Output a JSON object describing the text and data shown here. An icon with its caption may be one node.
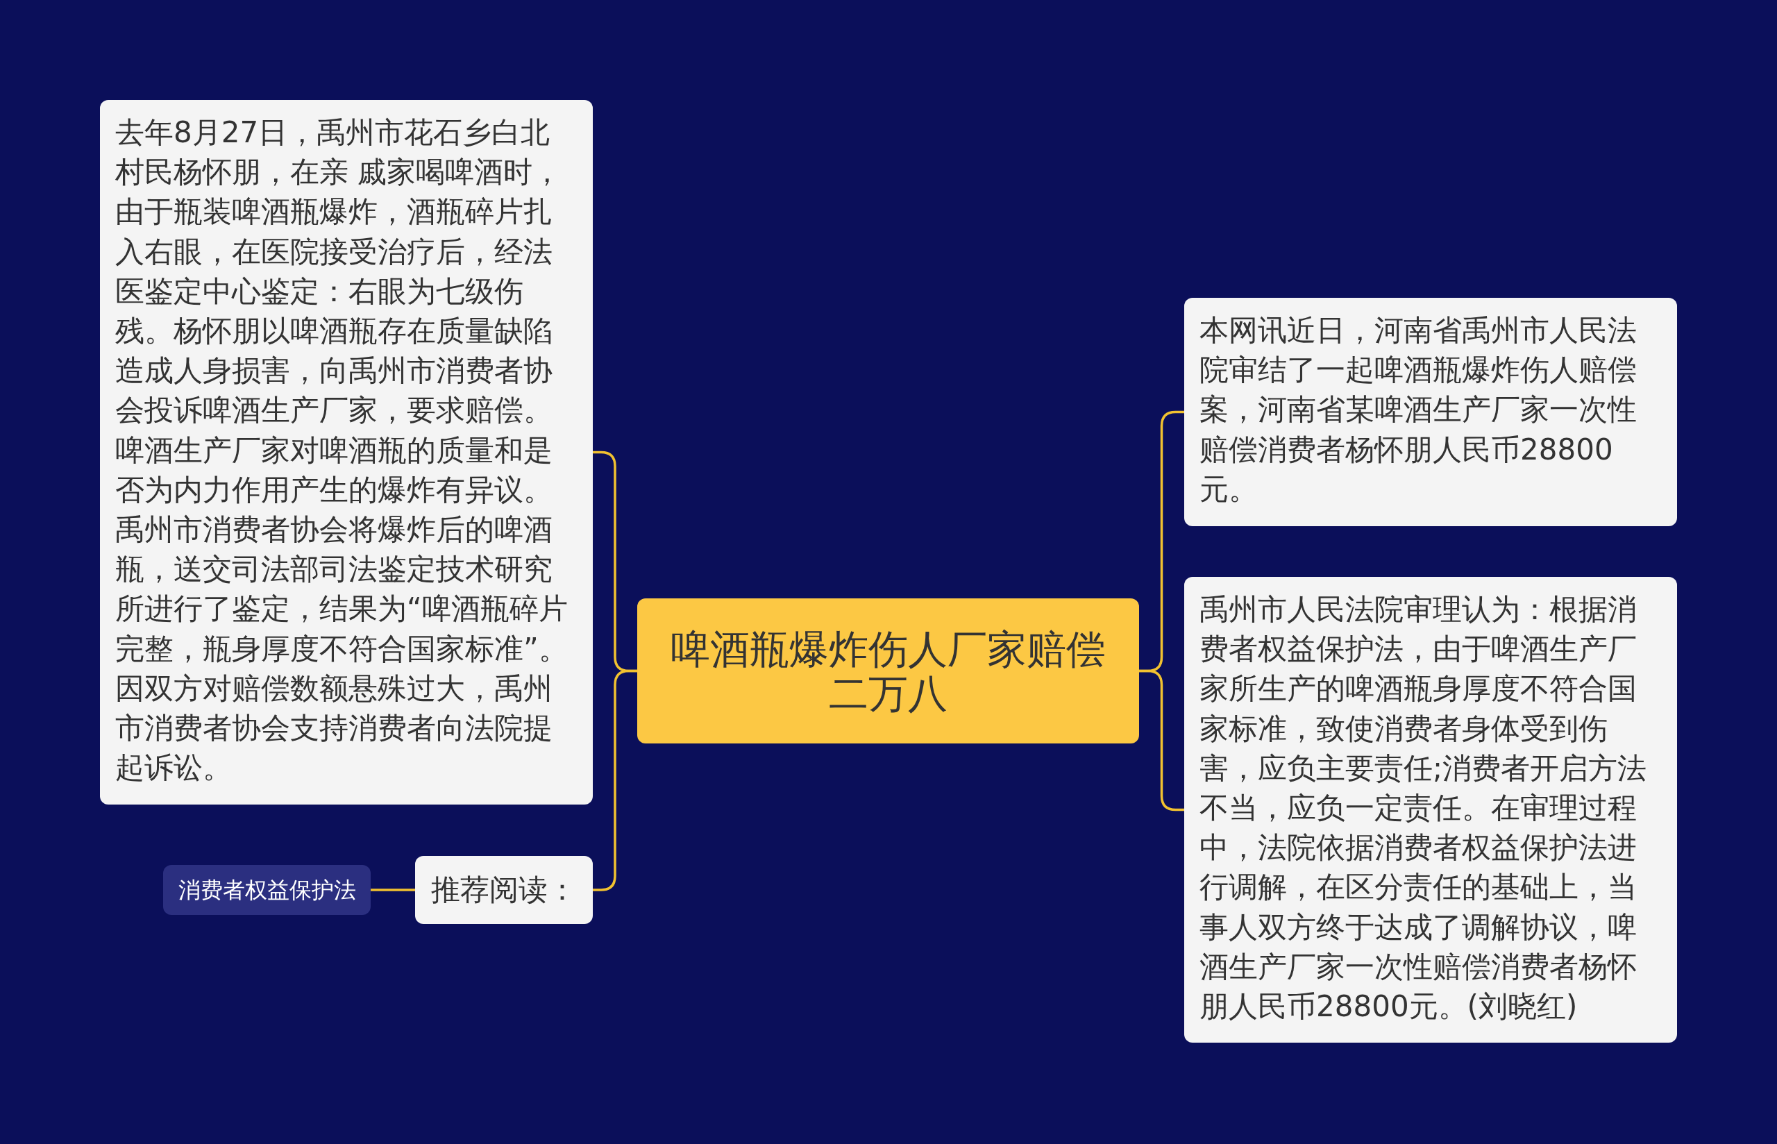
{
  "diagram": {
    "nodes": [
      {
        "text": [
          "啤酒瓶爆炸伤人厂家赔偿二万八"
        ]
      },
      {
        "text": [
          "去年8月27日，禹州市花石乡白北村民杨怀朋，在亲 戚家喝啤酒时，由于瓶装啤酒瓶爆炸，酒瓶碎片扎入右眼，在医院接受治疗后，经法医鉴定中心鉴定：右眼为七级伤残。杨怀朋以啤酒瓶存在质量缺陷造成人身损害，向禹州市消费者协会投诉啤酒生产厂家，要求赔偿。啤酒生产厂家对啤酒瓶的质量和是否为内力作用产生的爆炸有异议。禹州市消费者协会将爆炸后的啤酒瓶，送交司法部司法鉴定技术研究所进行了鉴定，结果为“啤酒瓶碎片完整，瓶身厚度不符合国家标准”。因双方对赔偿数额悬殊过大，禹州市消费者协会支持消费者向法院提起诉讼。"
        ]
      },
      {
        "text": [
          "推荐阅读："
        ]
      },
      {
        "text": [
          "消费者权益保护法"
        ]
      },
      {
        "text": [
          "本网讯近日，河南省禹州市人民法院审结了一起啤酒瓶爆炸伤人赔偿案，河南省某啤酒生产厂家一次性赔偿消费者杨怀朋人民币28800元。"
        ]
      },
      {
        "text": [
          "禹州市人民法院审理认为：根据消费者权益保护法，由于啤酒生产厂家所生产的啤酒瓶身厚度不符合国家标准，致使消费者身体受到伤害，应负主要责任;消费者开启方法不当，应负一定责任。在审理过程中，法院依据消费者权益保护法进行调解，在区分责任的基础上，当事人双方终于达成了调解协议，啤酒生产厂家一次性赔偿消费者杨怀朋人民币28800元。(刘晓红)"
        ]
      }
    ],
    "edges": [
      {
        "from": 0,
        "to": 1,
        "arrow": "none"
      },
      {
        "from": 0,
        "to": 2,
        "arrow": "none"
      },
      {
        "from": 2,
        "to": 3,
        "arrow": "none"
      },
      {
        "from": 0,
        "to": 4,
        "arrow": "none"
      },
      {
        "from": 0,
        "to": 5,
        "arrow": "none"
      }
    ]
  }
}
